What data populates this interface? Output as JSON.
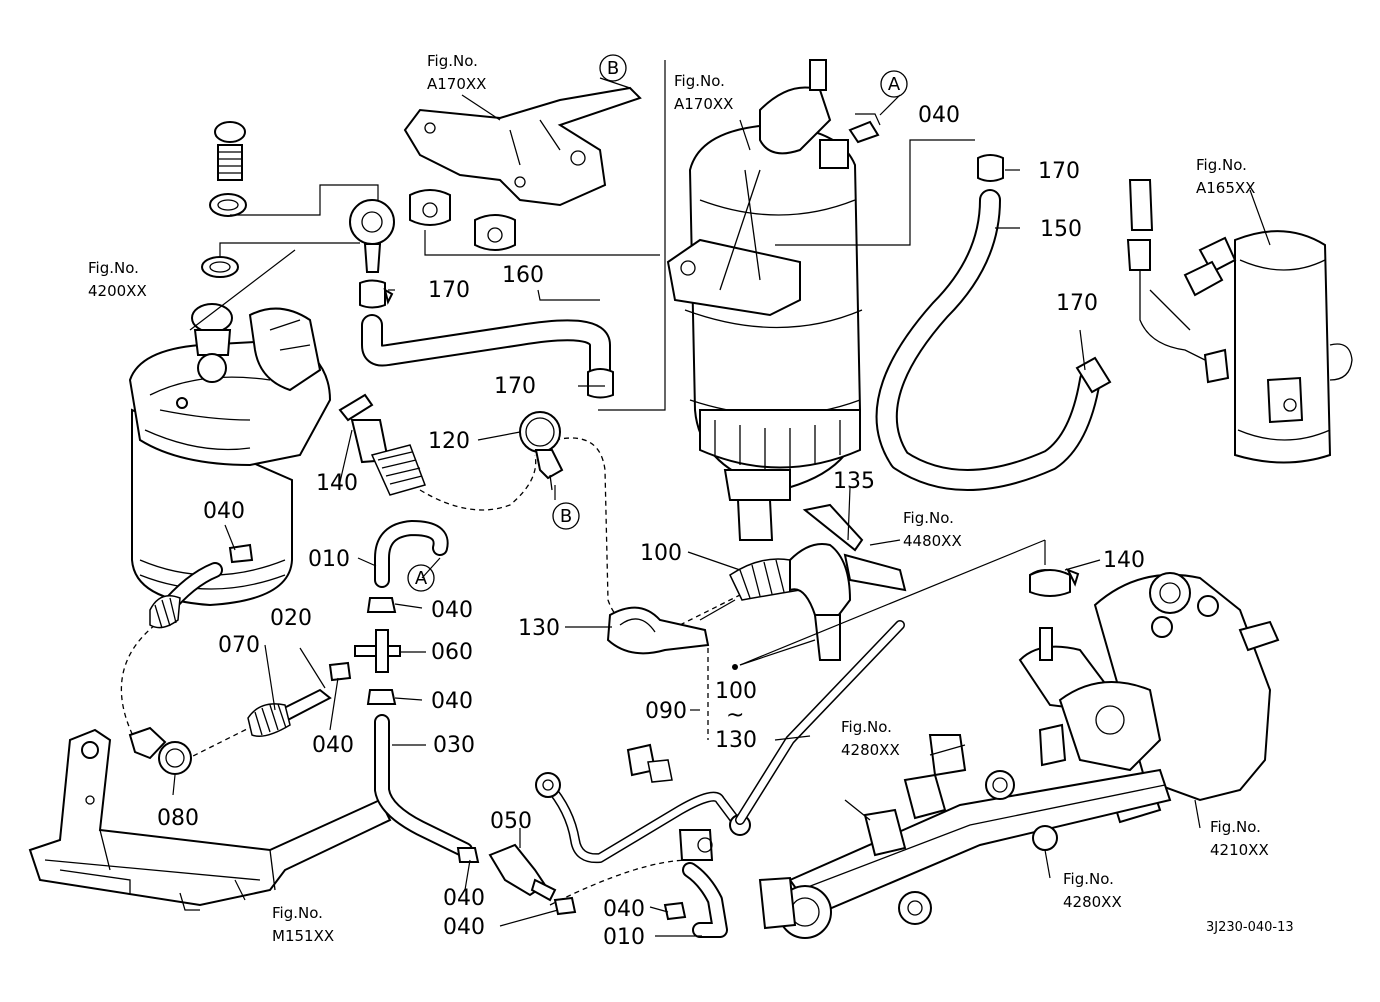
{
  "parts": {
    "p010": "010",
    "p020": "020",
    "p030": "030",
    "p040": "040",
    "p050": "050",
    "p060": "060",
    "p070": "070",
    "p080": "080",
    "p090": "090",
    "p100": "100",
    "p120": "120",
    "p130": "130",
    "p135": "135",
    "p140": "140",
    "p150": "150",
    "p160": "160",
    "p170": "170",
    "range_tilde": "~"
  },
  "figure_refs": {
    "prefix": "Fig.No.",
    "a170": "A170XX",
    "a165": "A165XX",
    "f4200": "4200XX",
    "f4480": "4480XX",
    "f4280": "4280XX",
    "f4210": "4210XX",
    "m151": "M151XX"
  },
  "callouts": {
    "a": "A",
    "b": "B"
  },
  "drawing_number": "3J230-040-13"
}
